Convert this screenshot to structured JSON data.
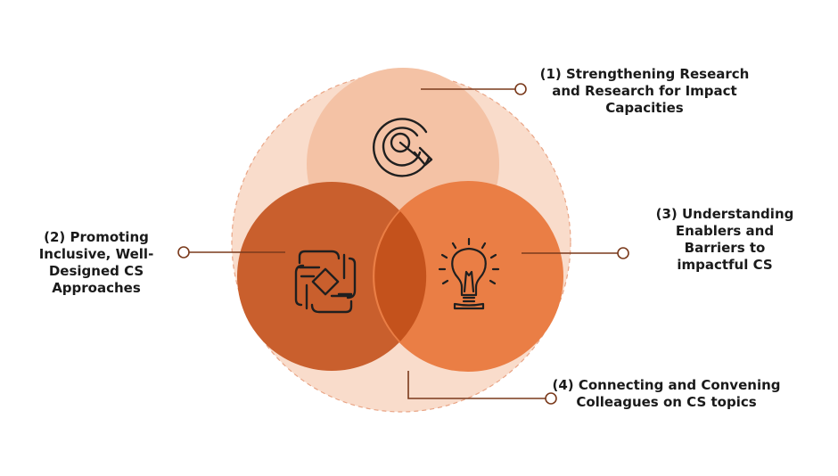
{
  "focus_areas": [
    {
      "label": "(1) Strengthening Research\nand Research for Impact\nCapacities",
      "icon": "target-icon"
    },
    {
      "label": "(2) Promoting\nInclusive, Well-\nDesigned CS\nApproaches",
      "icon": "joined-hands-icon"
    },
    {
      "label": "(3) Understanding\nEnablers and\nBarriers to\nimpactful CS",
      "icon": "lightbulb-icon"
    },
    {
      "label": "(4) Connecting and Convening\nColleagues on CS topics",
      "icon": null
    }
  ],
  "colors": {
    "outer_circle": "#f9dccb",
    "outer_dash": "#e9a586",
    "top_circle": "#f4c2a5",
    "left_circle": "#c95f2d",
    "right_circle": "#ea7e45",
    "overlap": "#c4521c",
    "connector": "#7a3a1c",
    "icon_stroke": "#1f1f1f"
  }
}
